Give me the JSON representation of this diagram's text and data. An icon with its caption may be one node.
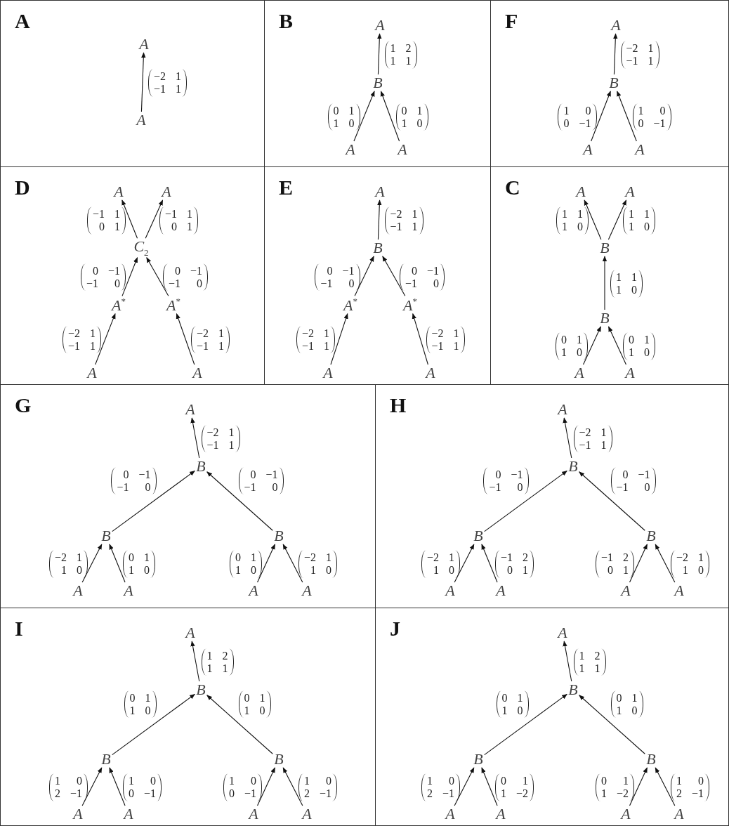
{
  "diagram": {
    "nodes": [
      {
        "text": [
          "A"
        ]
      },
      {
        "text": [
          "A"
        ],
        "in": 0
      },
      {
        "text": [
          "A"
        ],
        "in": 0
      },
      {
        "text": [
          "B"
        ]
      },
      {
        "text": [
          "A"
        ],
        "in": 3
      },
      {
        "text": [
          "B"
        ],
        "in": 3
      },
      {
        "text": [
          "A"
        ],
        "in": 3
      },
      {
        "text": [
          "A"
        ],
        "in": 3
      },
      {
        "text": [
          "F"
        ]
      },
      {
        "text": [
          "A"
        ],
        "in": 8
      },
      {
        "text": [
          "B"
        ],
        "in": 8
      },
      {
        "text": [
          "A"
        ],
        "in": 8
      },
      {
        "text": [
          "A"
        ],
        "in": 8
      },
      {
        "text": [
          "D"
        ]
      },
      {
        "text": [
          "A"
        ],
        "in": 13
      },
      {
        "text": [
          "A"
        ],
        "in": 13
      },
      {
        "text": [
          "C$_{2}$"
        ],
        "in": 13
      },
      {
        "text": [
          "A$^{*}$"
        ],
        "in": 13
      },
      {
        "text": [
          "A$^{*}$"
        ],
        "in": 13
      },
      {
        "text": [
          "A"
        ],
        "in": 13
      },
      {
        "text": [
          "A"
        ],
        "in": 13
      },
      {
        "text": [
          "E"
        ]
      },
      {
        "text": [
          "A"
        ],
        "in": 21
      },
      {
        "text": [
          "B"
        ],
        "in": 21
      },
      {
        "text": [
          "A$^{*}$"
        ],
        "in": 21
      },
      {
        "text": [
          "A$^{*}$"
        ],
        "in": 21
      },
      {
        "text": [
          "A"
        ],
        "in": 21
      },
      {
        "text": [
          "A"
        ],
        "in": 21
      },
      {
        "text": [
          "C"
        ]
      },
      {
        "text": [
          "A"
        ],
        "in": 28
      },
      {
        "text": [
          "A"
        ],
        "in": 28
      },
      {
        "text": [
          "B"
        ],
        "in": 28
      },
      {
        "text": [
          "B"
        ],
        "in": 28
      },
      {
        "text": [
          "A"
        ],
        "in": 28
      },
      {
        "text": [
          "A"
        ],
        "in": 28
      },
      {
        "text": [
          "G"
        ]
      },
      {
        "text": [
          "A"
        ],
        "in": 35
      },
      {
        "text": [
          "B"
        ],
        "in": 35
      },
      {
        "text": [
          "B"
        ],
        "in": 35
      },
      {
        "text": [
          "B"
        ],
        "in": 35
      },
      {
        "text": [
          "A"
        ],
        "in": 35
      },
      {
        "text": [
          "A"
        ],
        "in": 35
      },
      {
        "text": [
          "A"
        ],
        "in": 35
      },
      {
        "text": [
          "A"
        ],
        "in": 35
      },
      {
        "text": [
          "H"
        ]
      },
      {
        "text": [
          "A"
        ],
        "in": 44
      },
      {
        "text": [
          "B"
        ],
        "in": 44
      },
      {
        "text": [
          "B"
        ],
        "in": 44
      },
      {
        "text": [
          "B"
        ],
        "in": 44
      },
      {
        "text": [
          "A"
        ],
        "in": 44
      },
      {
        "text": [
          "A"
        ],
        "in": 44
      },
      {
        "text": [
          "A"
        ],
        "in": 44
      },
      {
        "text": [
          "A"
        ],
        "in": 44
      },
      {
        "text": [
          "I"
        ]
      },
      {
        "text": [
          "A"
        ],
        "in": 53
      },
      {
        "text": [
          "B"
        ],
        "in": 53
      },
      {
        "text": [
          "B"
        ],
        "in": 53
      },
      {
        "text": [
          "B"
        ],
        "in": 53
      },
      {
        "text": [
          "A"
        ],
        "in": 53
      },
      {
        "text": [
          "A"
        ],
        "in": 53
      },
      {
        "text": [
          "A"
        ],
        "in": 53
      },
      {
        "text": [
          "A"
        ],
        "in": 53
      },
      {
        "text": [
          "J"
        ]
      },
      {
        "text": [
          "A"
        ],
        "in": 62
      },
      {
        "text": [
          "B"
        ],
        "in": 62
      },
      {
        "text": [
          "B"
        ],
        "in": 62
      },
      {
        "text": [
          "B"
        ],
        "in": 62
      },
      {
        "text": [
          "A"
        ],
        "in": 62
      },
      {
        "text": [
          "A"
        ],
        "in": 62
      },
      {
        "text": [
          "A"
        ],
        "in": 62
      },
      {
        "text": [
          "A"
        ],
        "in": 62
      }
    ],
    "edges": [
      {
        "from": 2,
        "to": 1,
        "arrow": "to",
        "label": "−2 1 −1 1"
      },
      {
        "from": 5,
        "to": 4,
        "arrow": "to",
        "label": "1 2 1 1"
      },
      {
        "from": 6,
        "to": 5,
        "arrow": "to",
        "label": "0 1 1 0"
      },
      {
        "from": 7,
        "to": 5,
        "arrow": "to",
        "label": "0 1 1 0"
      },
      {
        "from": 10,
        "to": 9,
        "arrow": "to",
        "label": "−2 1 −1 1"
      },
      {
        "from": 11,
        "to": 10,
        "arrow": "to",
        "label": "1 0 0 −1"
      },
      {
        "from": 12,
        "to": 10,
        "arrow": "to",
        "label": "1 0 0 −1"
      },
      {
        "from": 16,
        "to": 14,
        "arrow": "to",
        "label": "−1 1 0 1"
      },
      {
        "from": 16,
        "to": 15,
        "arrow": "to",
        "label": "−1 1 0 1"
      },
      {
        "from": 17,
        "to": 16,
        "arrow": "to",
        "label": "0 −1 −1 0"
      },
      {
        "from": 18,
        "to": 16,
        "arrow": "to",
        "label": "0 −1 −1 0"
      },
      {
        "from": 19,
        "to": 17,
        "arrow": "to",
        "label": "−2 1 −1 1"
      },
      {
        "from": 20,
        "to": 18,
        "arrow": "to",
        "label": "−2 1 −1 1"
      },
      {
        "from": 23,
        "to": 22,
        "arrow": "to",
        "label": "−2 1 −1 1"
      },
      {
        "from": 24,
        "to": 23,
        "arrow": "to",
        "label": "0 −1 −1 0"
      },
      {
        "from": 25,
        "to": 23,
        "arrow": "to",
        "label": "0 −1 −1 0"
      },
      {
        "from": 26,
        "to": 24,
        "arrow": "to",
        "label": "−2 1 −1 1"
      },
      {
        "from": 27,
        "to": 25,
        "arrow": "to",
        "label": "−2 1 −1 1"
      },
      {
        "from": 31,
        "to": 29,
        "arrow": "to",
        "label": "1 1 1 0"
      },
      {
        "from": 31,
        "to": 30,
        "arrow": "to",
        "label": "1 1 1 0"
      },
      {
        "from": 32,
        "to": 31,
        "arrow": "to",
        "label": "1 1 1 0"
      },
      {
        "from": 33,
        "to": 32,
        "arrow": "to",
        "label": "0 1 1 0"
      },
      {
        "from": 34,
        "to": 32,
        "arrow": "to",
        "label": "0 1 1 0"
      },
      {
        "from": 37,
        "to": 36,
        "arrow": "to",
        "label": "−2 1 −1 1"
      },
      {
        "from": 38,
        "to": 37,
        "arrow": "to",
        "label": "0 −1 −1 0"
      },
      {
        "from": 39,
        "to": 37,
        "arrow": "to",
        "label": "0 −1 −1 0"
      },
      {
        "from": 40,
        "to": 38,
        "arrow": "to",
        "label": "−2 1 1 0"
      },
      {
        "from": 41,
        "to": 38,
        "arrow": "to",
        "label": "0 1 1 0"
      },
      {
        "from": 42,
        "to": 39,
        "arrow": "to",
        "label": "0 1 1 0"
      },
      {
        "from": 43,
        "to": 39,
        "arrow": "to",
        "label": "−2 1 1 0"
      },
      {
        "from": 46,
        "to": 45,
        "arrow": "to",
        "label": "−2 1 −1 1"
      },
      {
        "from": 47,
        "to": 46,
        "arrow": "to",
        "label": "0 −1 −1 0"
      },
      {
        "from": 48,
        "to": 46,
        "arrow": "to",
        "label": "0 −1 −1 0"
      },
      {
        "from": 49,
        "to": 47,
        "arrow": "to",
        "label": "−2 1 1 0"
      },
      {
        "from": 50,
        "to": 47,
        "arrow": "to",
        "label": "−1 2 0 1"
      },
      {
        "from": 51,
        "to": 48,
        "arrow": "to",
        "label": "−1 2 0 1"
      },
      {
        "from": 52,
        "to": 48,
        "arrow": "to",
        "label": "−2 1 1 0"
      },
      {
        "from": 55,
        "to": 54,
        "arrow": "to",
        "label": "1 2 1 1"
      },
      {
        "from": 56,
        "to": 55,
        "arrow": "to",
        "label": "0 1 1 0"
      },
      {
        "from": 57,
        "to": 55,
        "arrow": "to",
        "label": "0 1 1 0"
      },
      {
        "from": 58,
        "to": 56,
        "arrow": "to",
        "label": "1 0 2 −1"
      },
      {
        "from": 59,
        "to": 56,
        "arrow": "to",
        "label": "1 0 0 −1"
      },
      {
        "from": 60,
        "to": 57,
        "arrow": "to",
        "label": "1 0 0 −1"
      },
      {
        "from": 61,
        "to": 57,
        "arrow": "to",
        "label": "1 0 2 −1"
      },
      {
        "from": 64,
        "to": 63,
        "arrow": "to",
        "label": "1 2 1 1"
      },
      {
        "from": 65,
        "to": 64,
        "arrow": "to",
        "label": "0 1 1 0"
      },
      {
        "from": 66,
        "to": 64,
        "arrow": "to",
        "label": "0 1 1 0"
      },
      {
        "from": 67,
        "to": 65,
        "arrow": "to",
        "label": "1 0 2 −1"
      },
      {
        "from": 68,
        "to": 65,
        "arrow": "to",
        "label": "0 1 1 −2"
      },
      {
        "from": 69,
        "to": 66,
        "arrow": "to",
        "label": "0 1 1 −2"
      },
      {
        "from": 70,
        "to": 66,
        "arrow": "to",
        "label": "1 0 2 −1"
      }
    ]
  }
}
